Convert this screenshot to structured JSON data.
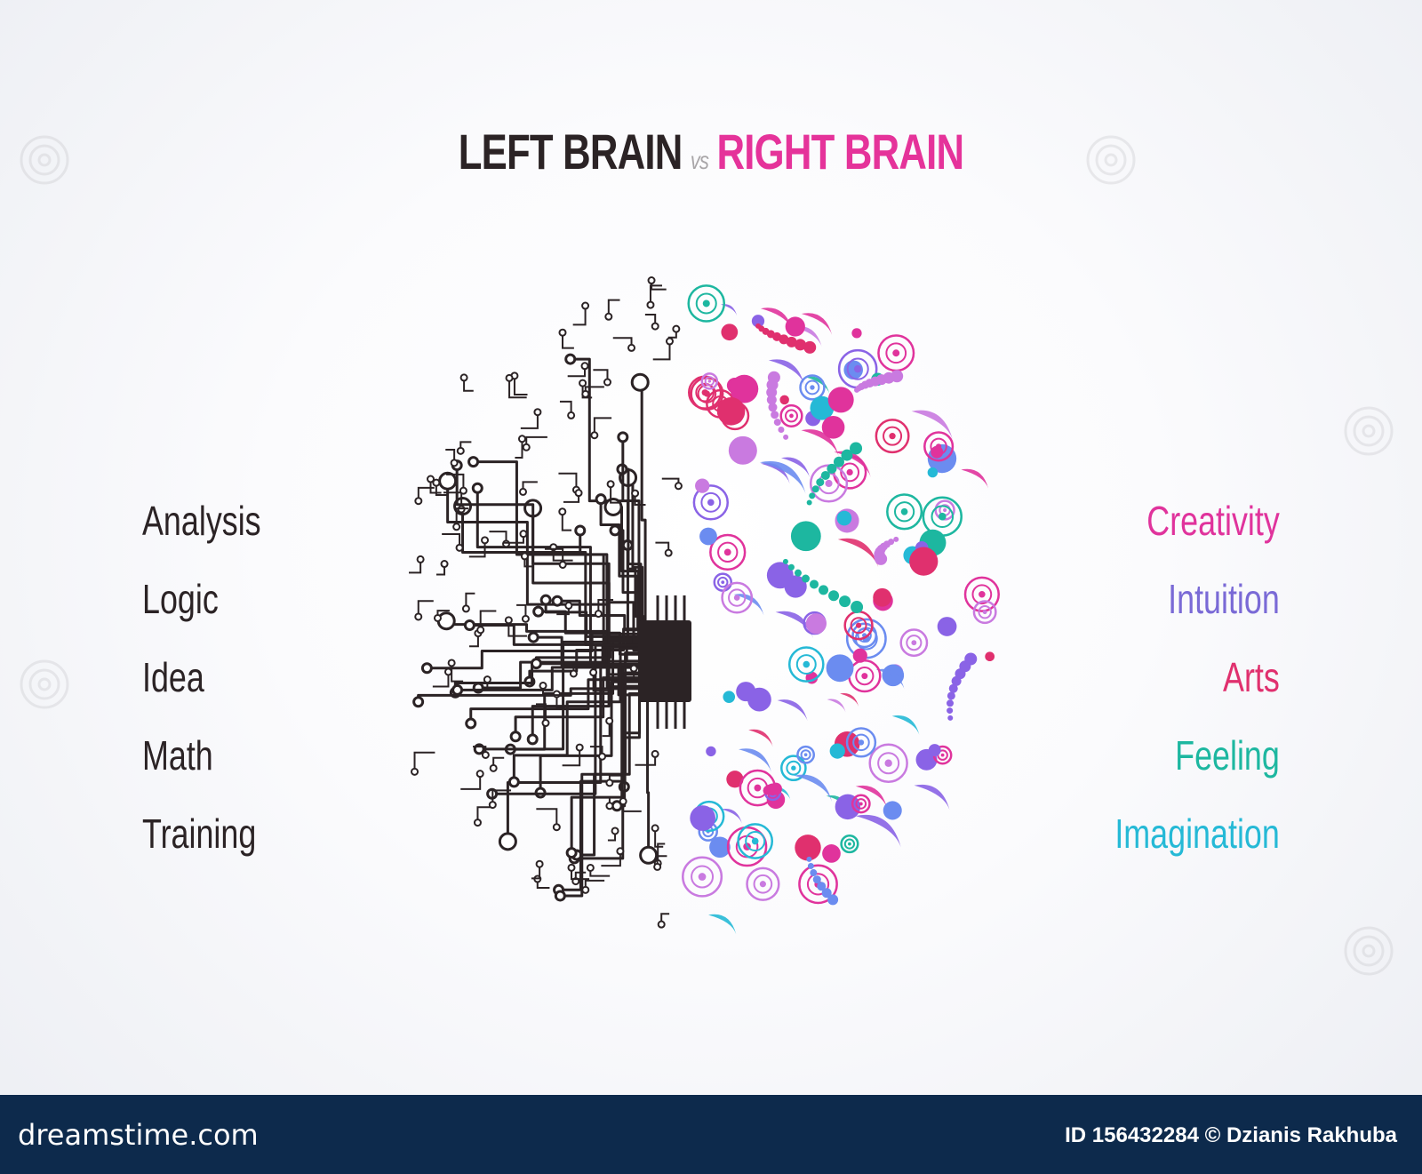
{
  "title": {
    "left": "LEFT BRAIN",
    "vs": "vs",
    "right": "RIGHT BRAIN"
  },
  "left_traits": [
    "Analysis",
    "Logic",
    "Idea",
    "Math",
    "Training"
  ],
  "right_traits": [
    {
      "label": "Creativity",
      "color": "#e0339c"
    },
    {
      "label": "Intuition",
      "color": "#7a6ad6"
    },
    {
      "label": "Arts",
      "color": "#e0306e"
    },
    {
      "label": "Feeling",
      "color": "#1db7a0"
    },
    {
      "label": "Imagination",
      "color": "#25b9d6"
    }
  ],
  "colors": {
    "left_brain": "#2b2325",
    "right_brain": [
      "#e0339c",
      "#8a63e6",
      "#25b9d6",
      "#1db7a0",
      "#c97ae0",
      "#e0306e",
      "#6b8cf0"
    ],
    "footer_bg": "#0d2a4c"
  },
  "footer": {
    "logo": "dreamstime.com",
    "credit": "ID 156432284 © Dzianis Rakhuba"
  }
}
